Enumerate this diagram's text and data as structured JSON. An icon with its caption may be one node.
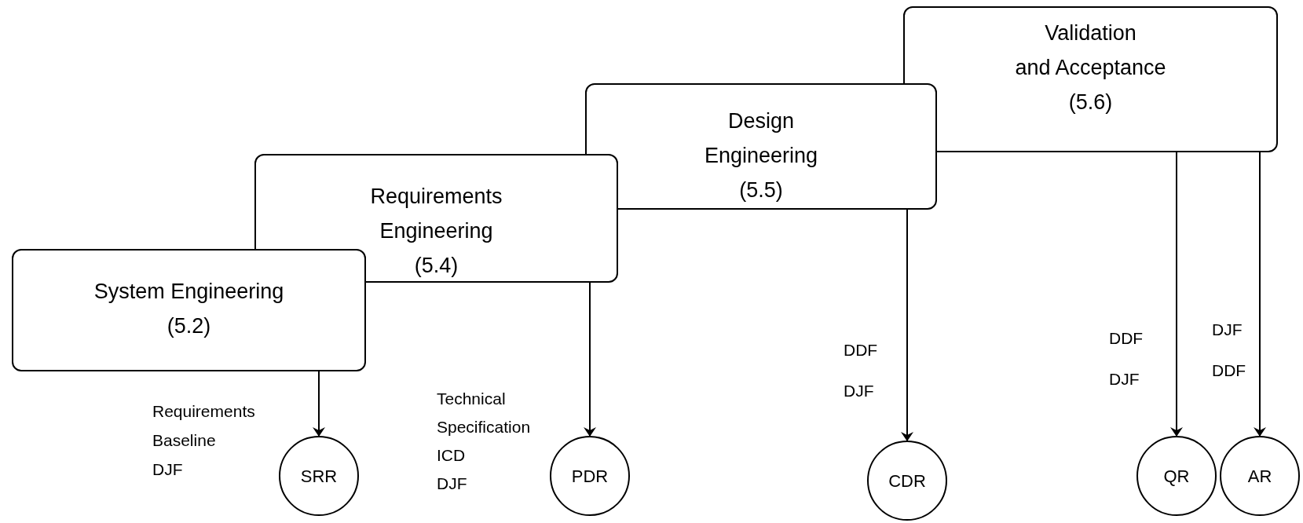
{
  "diagram": {
    "nodes": [
      {
        "text": [
          "System Engineering",
          "(5.2)"
        ]
      },
      {
        "text": [
          "Requirements Engineering",
          "(5.4)"
        ]
      },
      {
        "text": [
          "Design Engineering",
          "(5.5)"
        ]
      },
      {
        "text": [
          "Validation",
          "and Acceptance",
          "(5.6)"
        ]
      },
      {
        "text": [
          "SRR"
        ],
        "beside": [
          "Requirements Baseline",
          "DJF"
        ]
      },
      {
        "text": [
          "PDR"
        ],
        "beside": [
          "Technical Specification",
          "ICD",
          "DJF"
        ]
      },
      {
        "text": [
          "CDR"
        ],
        "beside": [
          "DDF",
          "DJF"
        ]
      },
      {
        "text": [
          "QR"
        ],
        "beside": [
          "DDF",
          "DJF"
        ]
      },
      {
        "text": [
          "AR"
        ],
        "beside": [
          "DJF",
          "DDF"
        ]
      }
    ],
    "edges": [
      {
        "from": 0,
        "to": 4,
        "arrow": "to"
      },
      {
        "from": 1,
        "to": 5,
        "arrow": "to"
      },
      {
        "from": 2,
        "to": 6,
        "arrow": "to"
      },
      {
        "from": 3,
        "to": 7,
        "arrow": "to"
      },
      {
        "from": 3,
        "to": 8,
        "arrow": "to"
      }
    ]
  }
}
